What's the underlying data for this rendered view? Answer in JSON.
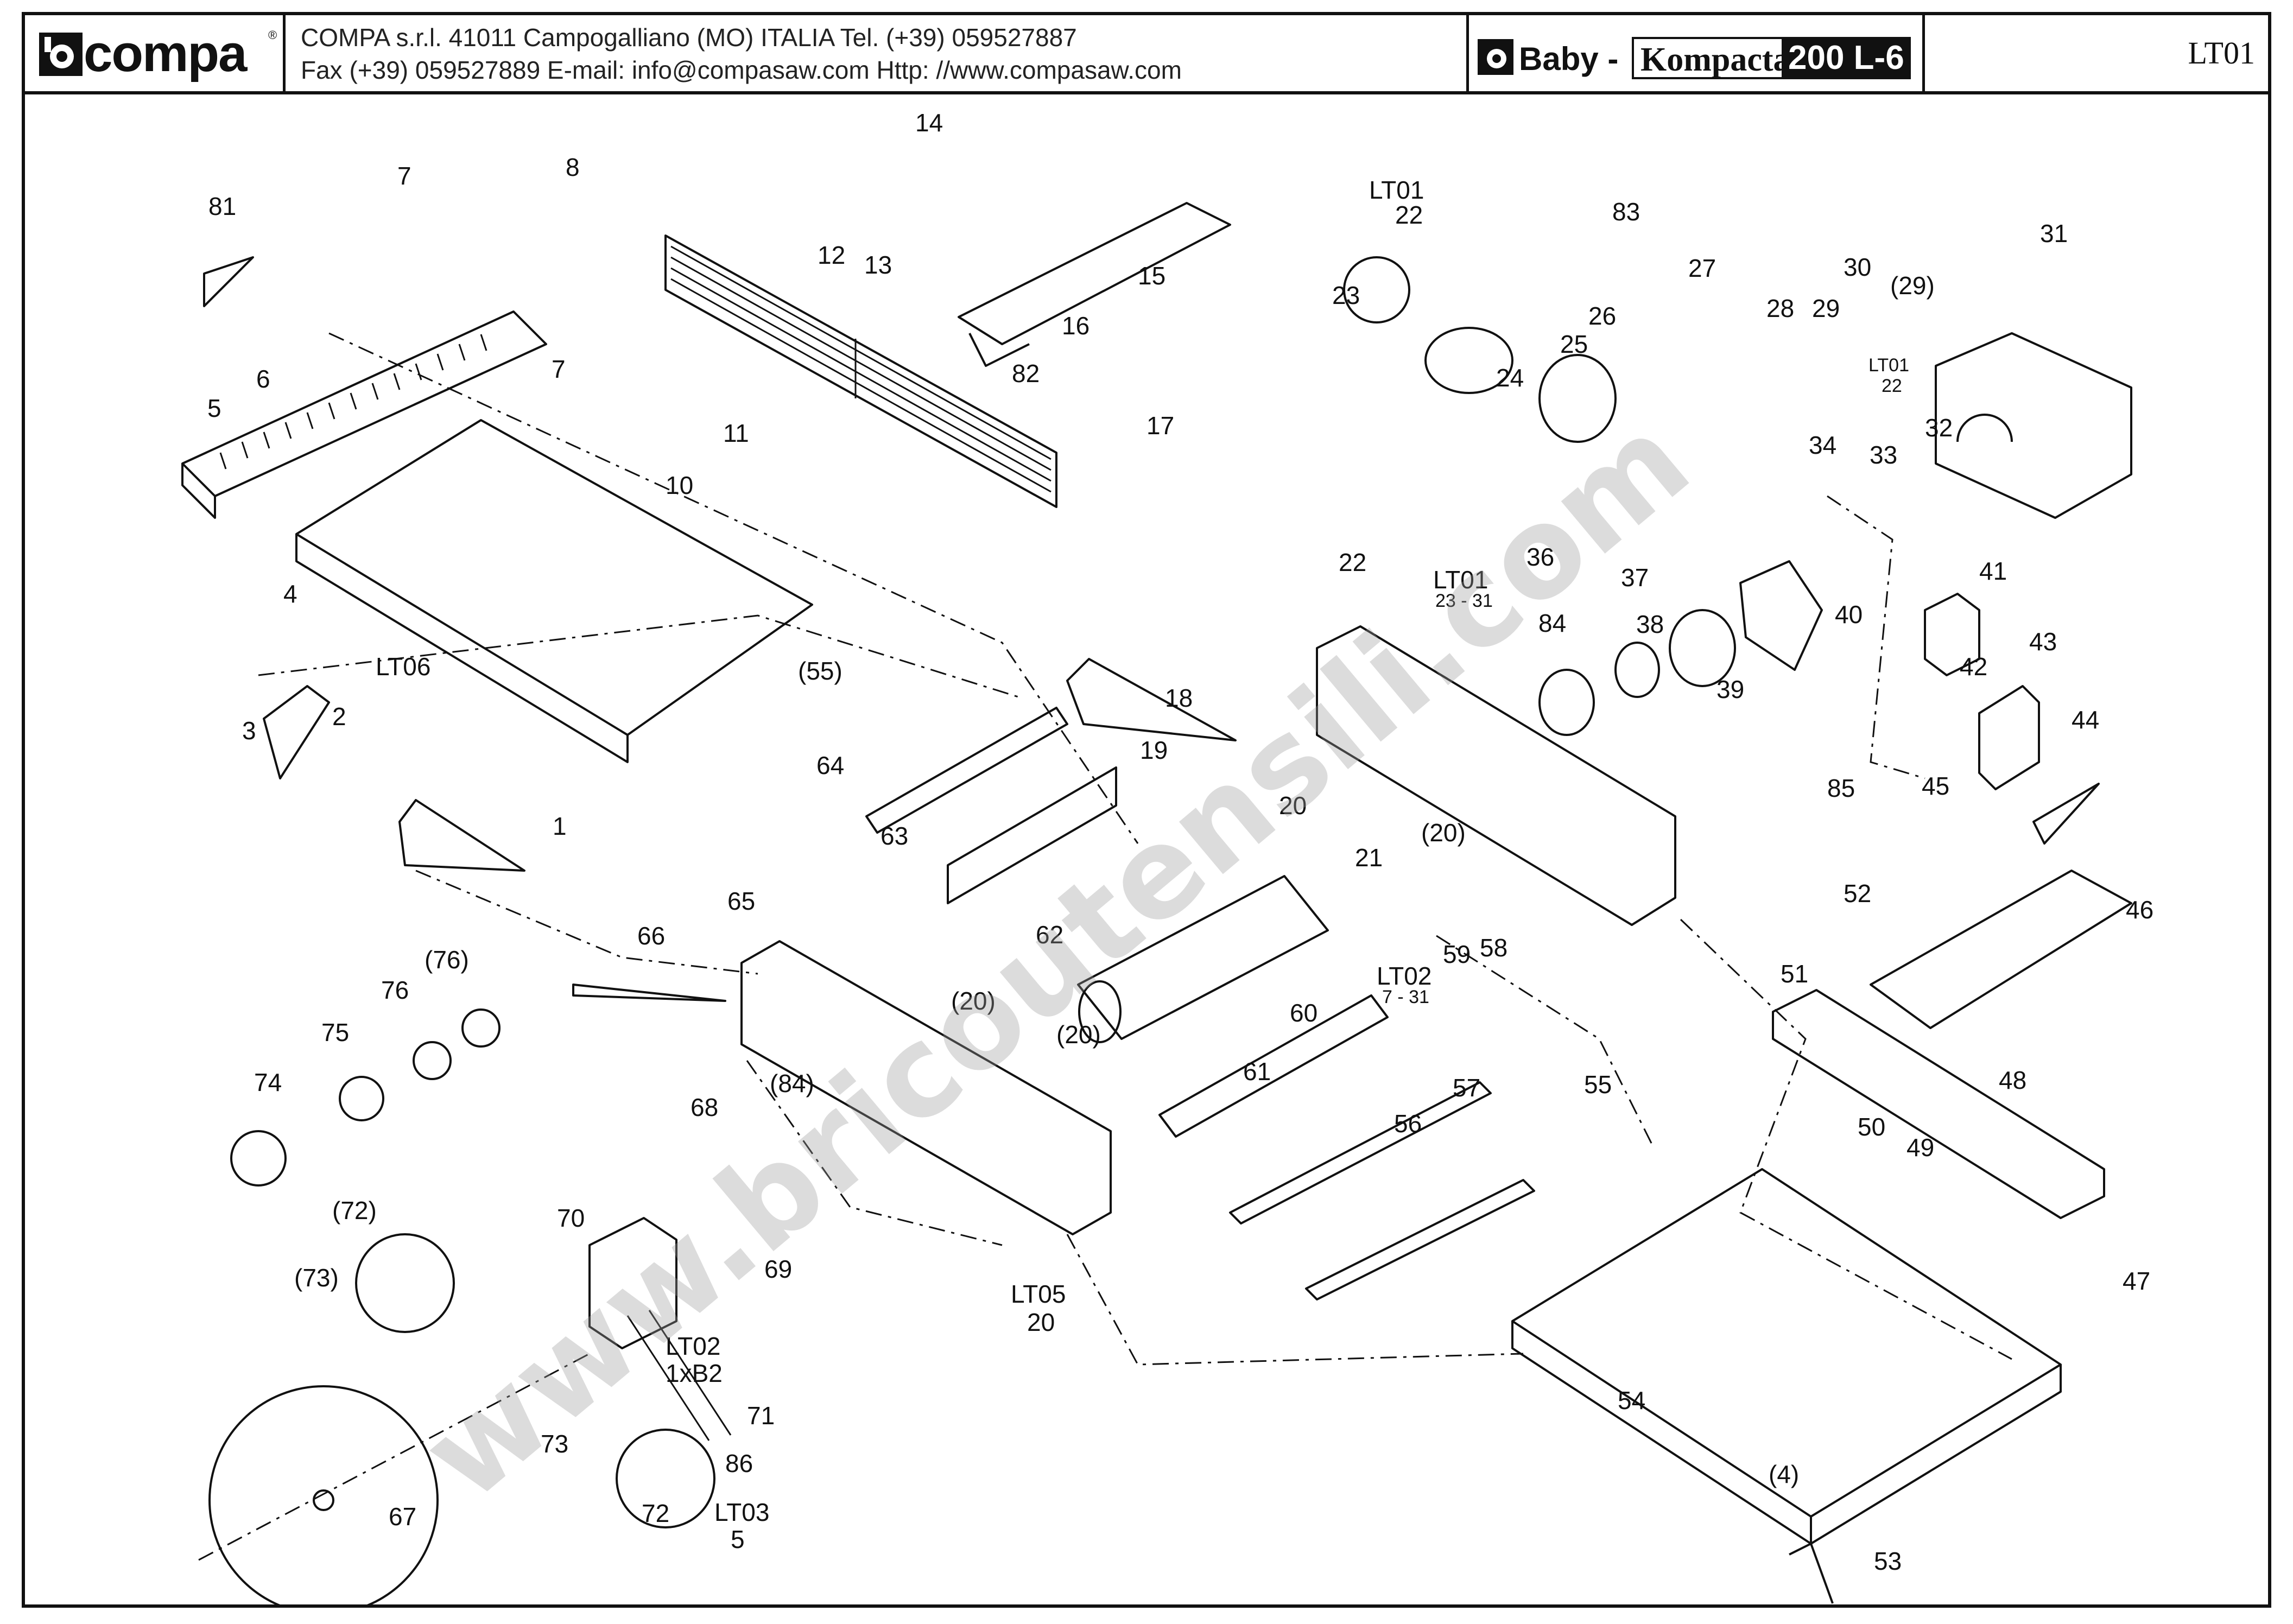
{
  "header": {
    "logo_text": "compa",
    "logo_reg": "®",
    "company_line_1": "COMPA s.r.l. 41011 Campogalliano (MO) ITALIA Tel. (+39) 059527887",
    "company_line_2": "Fax (+39) 059527889 E-mail: info@compasaw.com Http: //www.compasaw.com",
    "model_prefix": "Baby -",
    "model_name": "Kompacta",
    "model_size": "200 L-6",
    "sheet_code": "LT01"
  },
  "watermark": "www.bricoutensili.com",
  "labels": {
    "p1": "1",
    "p2": "2",
    "p3": "3",
    "p4": "4",
    "p4b": "(4)",
    "p5": "5",
    "p6": "6",
    "p7a": "7",
    "p7b": "7",
    "p8": "8",
    "p10": "10",
    "p11": "11",
    "p12": "12",
    "p13": "13",
    "p14": "14",
    "p15": "15",
    "p16": "16",
    "p17": "17",
    "p18": "18",
    "p19": "19",
    "p20a": "20",
    "p20b": "(20)",
    "p20c": "(20)",
    "p20d": "(20)",
    "p21": "21",
    "p22": "22",
    "p23": "23",
    "p24": "24",
    "p25": "25",
    "p26": "26",
    "p27": "27",
    "p28": "28",
    "p29": "29",
    "p29b": "(29)",
    "p30": "30",
    "p31": "31",
    "p32": "32",
    "p33": "33",
    "p34": "34",
    "p36": "36",
    "p37": "37",
    "p38": "38",
    "p39": "39",
    "p40": "40",
    "p41": "41",
    "p42": "42",
    "p43": "43",
    "p44": "44",
    "p45": "45",
    "p46": "46",
    "p47": "47",
    "p48": "48",
    "p49": "49",
    "p50": "50",
    "p51": "51",
    "p52": "52",
    "p53": "53",
    "p54": "54",
    "p55": "55",
    "p55b": "(55)",
    "p56": "56",
    "p57": "57",
    "p58": "58",
    "p59": "59",
    "p60": "60",
    "p61": "61",
    "p62": "62",
    "p63": "63",
    "p64": "64",
    "p65": "65",
    "p66": "66",
    "p67": "67",
    "p68": "68",
    "p69": "69",
    "p70": "70",
    "p71": "71",
    "p72": "72",
    "p72b": "(72)",
    "p73": "73",
    "p73b": "(73)",
    "p74": "74",
    "p75": "75",
    "p76": "76",
    "p76b": "(76)",
    "p81": "81",
    "p82": "82",
    "p83": "83",
    "p84": "84",
    "p84b": "(84)",
    "p85": "85",
    "p86": "86",
    "ref_lt01_22_a": "LT01",
    "ref_lt01_22_a_sub": "22",
    "ref_lt01_22_b": "LT01",
    "ref_lt01_22_b_sub": "22",
    "ref_lt01_2331": "LT01",
    "ref_lt01_2331_sub": "23 - 31",
    "ref_lt06": "LT06",
    "ref_lt02_731": "LT02",
    "ref_lt02_731_sub": "7 - 31",
    "ref_lt05": "LT05",
    "ref_lt05_sub": "20",
    "ref_lt02_1xb2": "LT02",
    "ref_lt02_1xb2_sub": "1xB2",
    "ref_lt03": "LT03",
    "ref_lt03_sub": "5"
  }
}
